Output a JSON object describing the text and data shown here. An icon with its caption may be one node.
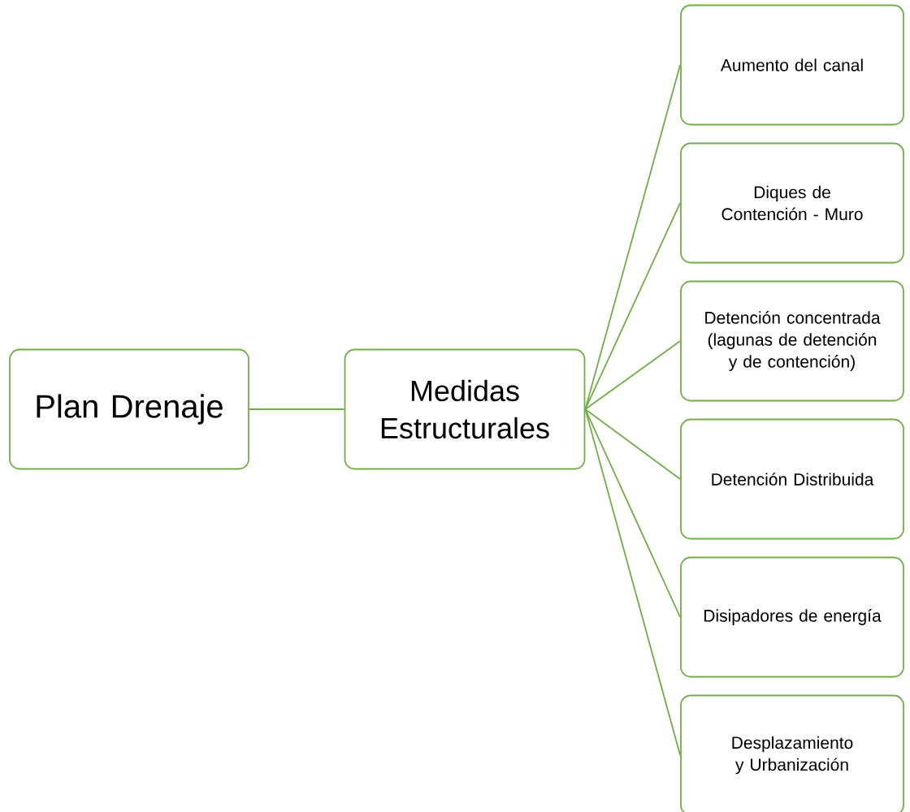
{
  "diagram": {
    "nodes": [
      {
        "text": [
          "Plan Drenaje"
        ]
      },
      {
        "text": [
          "Medidas Estructurales"
        ]
      },
      {
        "text": [
          "Aumento del canal"
        ]
      },
      {
        "text": [
          "Diques de Contención - Muro"
        ]
      },
      {
        "text": [
          "Detención concentrada (lagunas de detención y de contención)"
        ]
      },
      {
        "text": [
          "Detención Distribuida"
        ]
      },
      {
        "text": [
          "Disipadores de energía"
        ]
      },
      {
        "text": [
          "Desplazamiento y Urbanización"
        ]
      }
    ],
    "edges": [
      {
        "from": 0,
        "to": 1,
        "arrow": "none"
      },
      {
        "from": 1,
        "to": 2,
        "arrow": "none"
      },
      {
        "from": 1,
        "to": 3,
        "arrow": "none"
      },
      {
        "from": 1,
        "to": 4,
        "arrow": "none"
      },
      {
        "from": 1,
        "to": 5,
        "arrow": "none"
      },
      {
        "from": 1,
        "to": 6,
        "arrow": "none"
      },
      {
        "from": 1,
        "to": 7,
        "arrow": "none"
      }
    ]
  }
}
